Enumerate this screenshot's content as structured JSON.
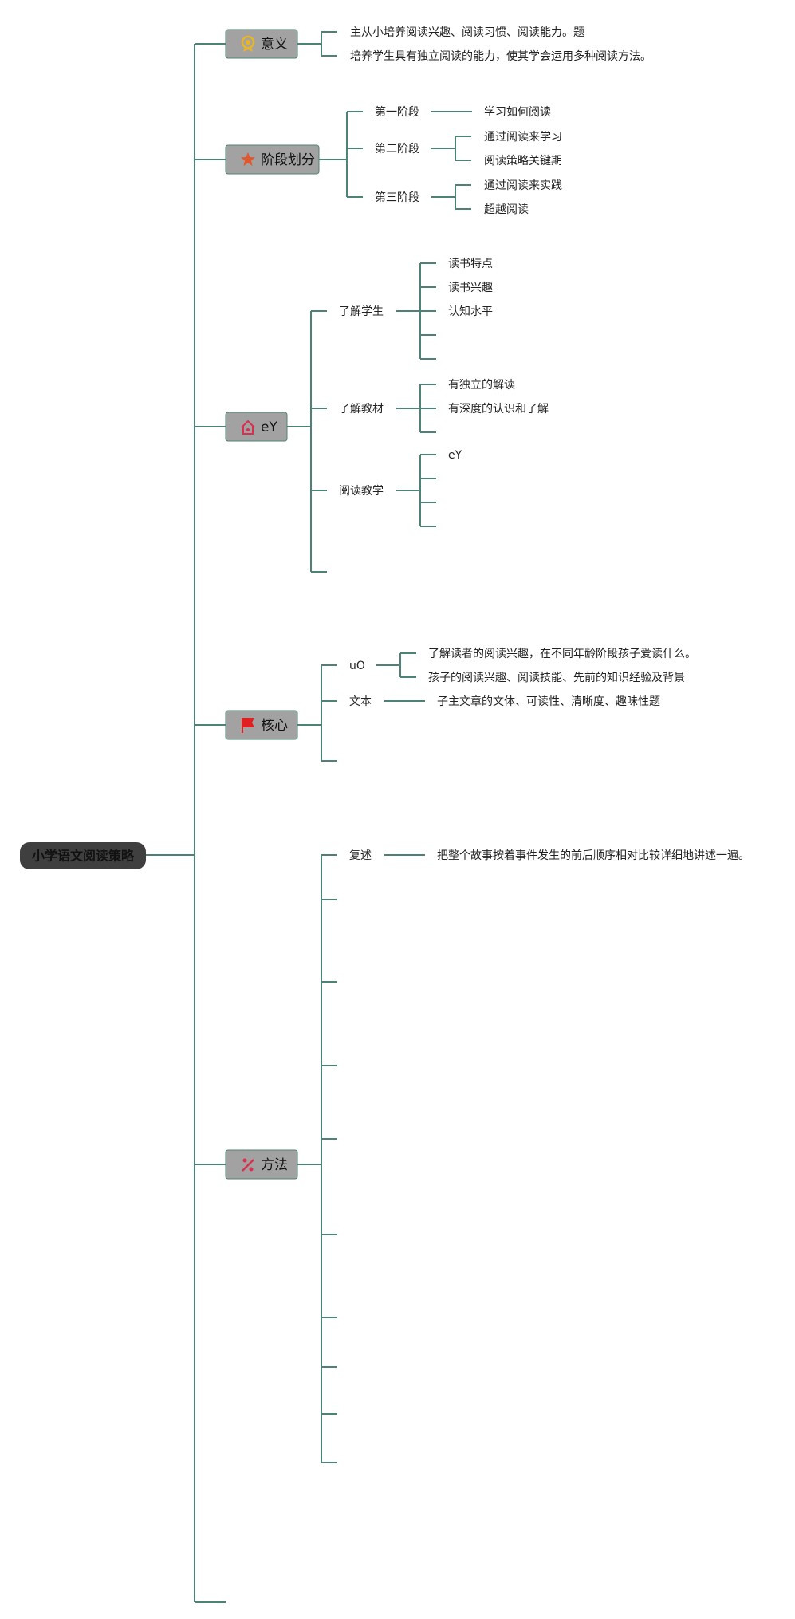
{
  "root": {
    "label": "小学语文阅读策略"
  },
  "branches": {
    "meaning": {
      "label": "意义",
      "icon": "medal-icon",
      "icon_color": "#e8b52a",
      "items": [
        "主从小培养阅读兴趣、阅读习惯、阅读能力。题",
        "培养学生具有独立阅读的能力，使其学会运用多种阅读方法。"
      ]
    },
    "stages": {
      "label": "阶段划分",
      "icon": "star-icon",
      "icon_color": "#e0582f",
      "s1": {
        "label": "第一阶段",
        "items": [
          "学习如何阅读"
        ]
      },
      "s2": {
        "label": "第二阶段",
        "items": [
          "通过阅读来学习",
          "阅读策略关键期"
        ]
      },
      "s3": {
        "label": "第三阶段",
        "items": [
          "通过阅读来实践",
          "超越阅读"
        ]
      }
    },
    "ey": {
      "label": "eY",
      "icon": "home-icon",
      "icon_color": "#d9304f",
      "student": {
        "label": "了解学生",
        "items": [
          "读书特点",
          "读书兴趣",
          "认知水平"
        ]
      },
      "material": {
        "label": "了解教材",
        "items": [
          "有独立的解读",
          "有深度的认识和了解"
        ]
      },
      "teaching": {
        "label": "阅读教学",
        "items": [
          "eY"
        ]
      }
    },
    "core": {
      "label": "核心",
      "icon": "flag-icon",
      "icon_color": "#e02020",
      "uo": {
        "label": "uO",
        "items": [
          "了解读者的阅读兴趣，在不同年龄阶段孩子爱读什么。",
          "孩子的阅读兴趣、阅读技能、先前的知识经验及背景"
        ]
      },
      "text": {
        "label": "文本",
        "items": [
          "子主文章的文体、可读性、清晰度、趣味性题"
        ]
      }
    },
    "method": {
      "label": "方法",
      "icon": "tools-icon",
      "icon_color": "#d9304f",
      "retell": {
        "label": "复述",
        "items": [
          "把整个故事按着事件发生的前后顺序相对比较详细地讲述一遍。"
        ]
      }
    }
  },
  "colors": {
    "line": "#4d8376",
    "branch_fill": "#a2a2a2",
    "root_fill": "#3f3f3f"
  }
}
